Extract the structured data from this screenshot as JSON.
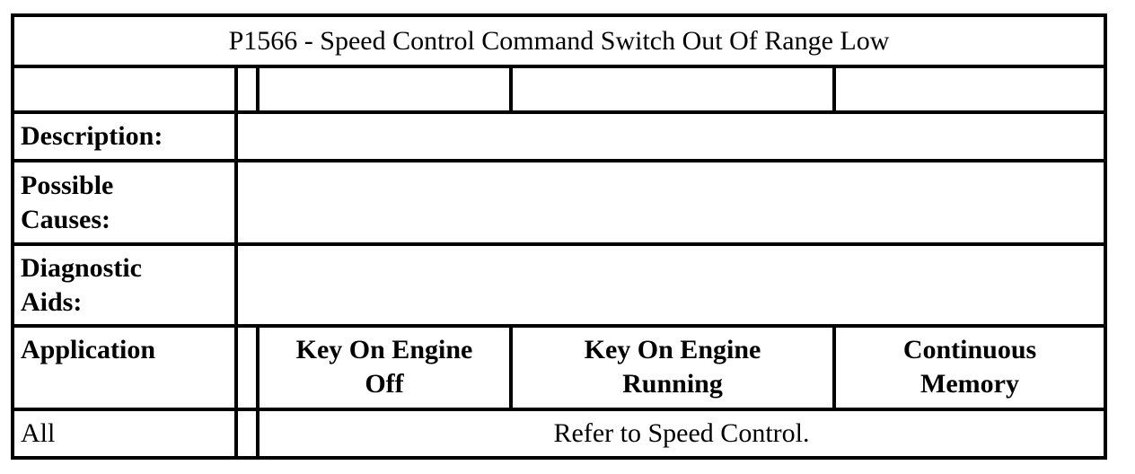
{
  "dtc_table": {
    "title": "P1566 - Speed Control Command Switch Out Of Range Low",
    "section_labels": {
      "description": "Description:",
      "possible_causes": "Possible\nCauses:",
      "diagnostic_aids": "Diagnostic\nAids:"
    },
    "section_values": {
      "description": "",
      "possible_causes": "",
      "diagnostic_aids": ""
    },
    "columns": {
      "application": "Application",
      "key_on_engine_off": "Key On Engine\nOff",
      "key_on_engine_running": "Key On Engine\nRunning",
      "continuous_memory": "Continuous\nMemory"
    },
    "rows": [
      {
        "application": "All",
        "action": "Refer to Speed Control."
      }
    ],
    "colors": {
      "border": "#000000",
      "text": "#000000",
      "background": "#ffffff"
    }
  }
}
